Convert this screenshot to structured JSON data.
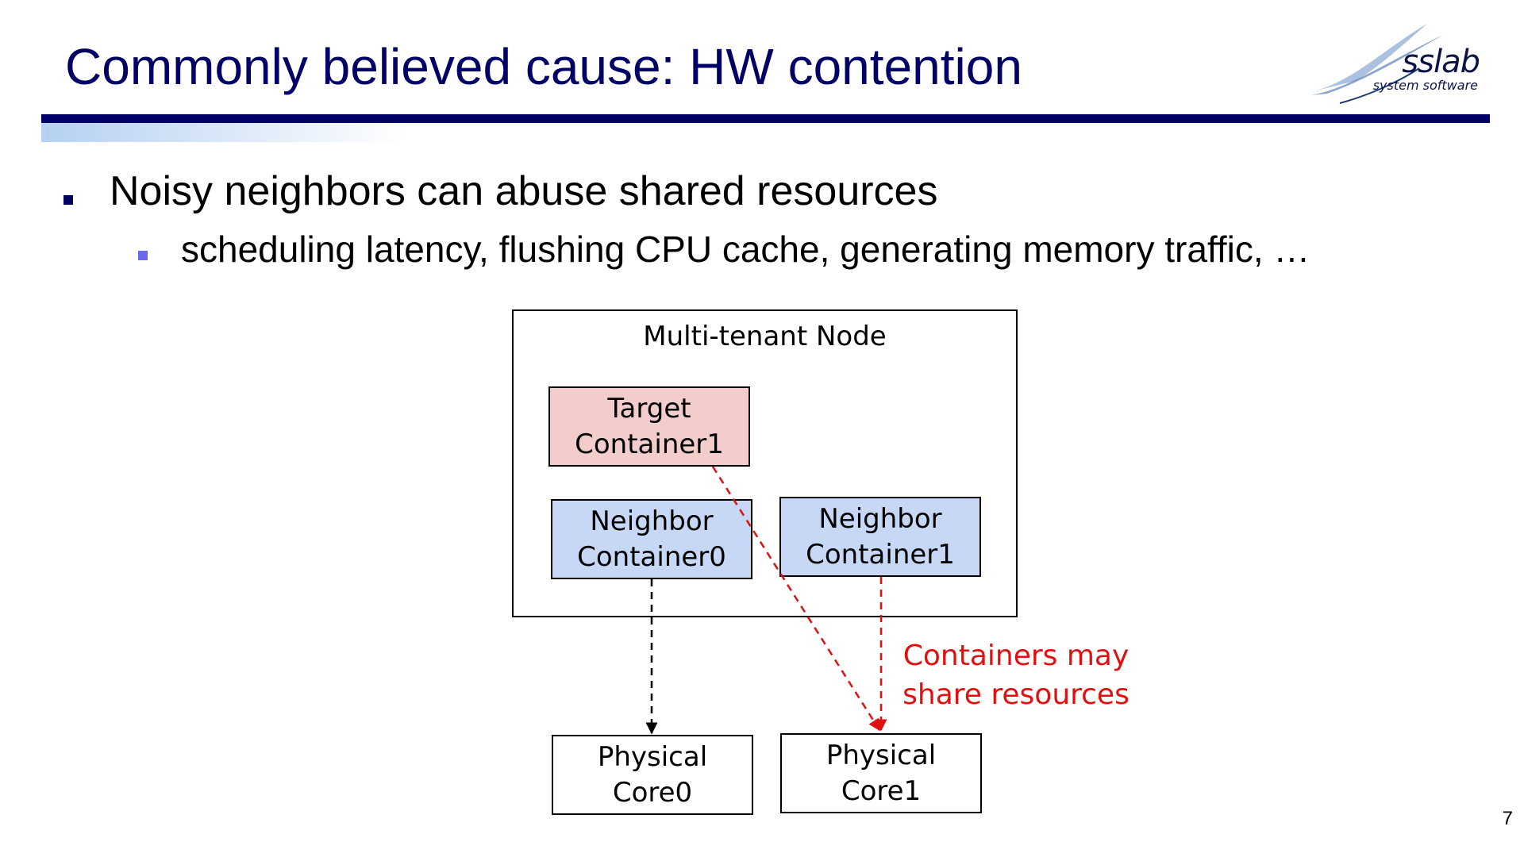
{
  "slide": {
    "title": "Commonly believed cause: HW contention",
    "logo": {
      "main": "sslab",
      "sub": "system software"
    },
    "bullets": [
      {
        "text": "Noisy neighbors can abuse shared resources",
        "sub": [
          "scheduling latency, flushing CPU cache, generating memory traffic, …"
        ]
      }
    ],
    "diagram": {
      "node_label": "Multi-tenant Node",
      "target": [
        "Target",
        "Container1"
      ],
      "neighbor0": [
        "Neighbor",
        "Container0"
      ],
      "neighbor1": [
        "Neighbor",
        "Container1"
      ],
      "core0": [
        "Physical",
        "Core0"
      ],
      "core1": [
        "Physical",
        "Core1"
      ],
      "annotation": [
        "Containers may",
        "share resources"
      ]
    },
    "page_number": "7"
  },
  "colors": {
    "title": "#000066",
    "target_fill": "#f3cccc",
    "neighbor_fill": "#c6d8f5",
    "annotation": "#e01010",
    "bullet_level1": "#000066",
    "bullet_level2": "#6a6aee"
  }
}
